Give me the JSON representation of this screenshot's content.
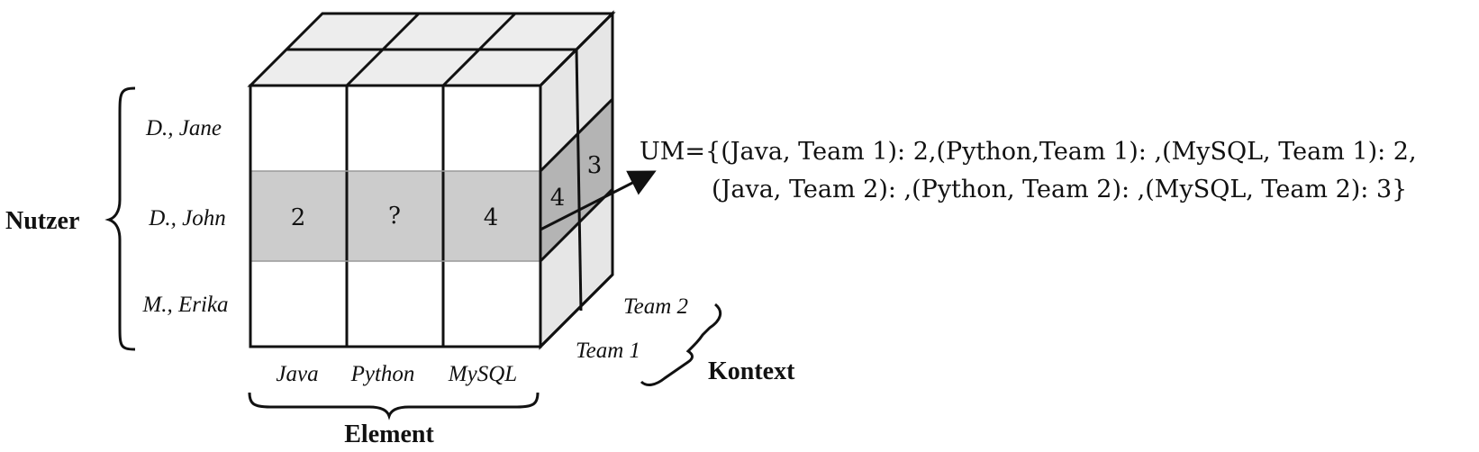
{
  "axes": {
    "users_label": "Nutzer",
    "elements_label": "Element",
    "context_label": "Kontext"
  },
  "users": [
    "D., Jane",
    "D., John",
    "M., Erika"
  ],
  "elements": [
    "Java",
    "Python",
    "MySQL"
  ],
  "contexts": [
    "Team 1",
    "Team 2"
  ],
  "front_row_values": [
    "2",
    "?",
    "4"
  ],
  "side_values": [
    "4",
    "3"
  ],
  "um_line1": "UM={(Java, Team 1): 2,(Python,Team 1):  ,(MySQL, Team 1): 2,",
  "um_line2": "(Java, Team 2): ,(Python, Team 2): ,(MySQL, Team 2): 3}",
  "colors": {
    "highlight_front": "#cccccc",
    "highlight_side": "#b4b4b4",
    "side_face": "#e6e6e6",
    "top_face": "#ededed",
    "stroke": "#111111"
  }
}
